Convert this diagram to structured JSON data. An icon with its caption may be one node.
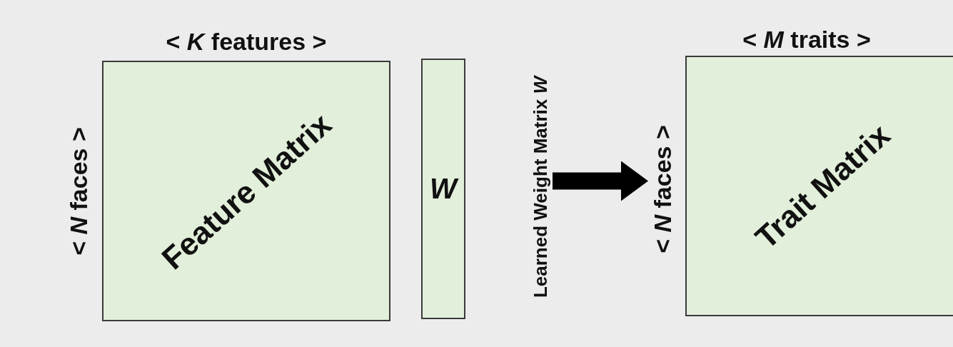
{
  "diagram": {
    "nodes": [
      {
        "text": [
          "Feature Matrix"
        ],
        "beside": [
          "< *K* features >",
          "< *N* faces >"
        ]
      },
      {
        "text": [
          "W"
        ],
        "beside": [
          "Learned Weight Matrix *W*"
        ]
      },
      {
        "text": [
          "Trait Matrix"
        ],
        "beside": [
          "< *M* traits >",
          "< *N* faces >"
        ]
      }
    ],
    "edges": [
      {
        "from": 1,
        "to": 2,
        "arrow": "to"
      }
    ]
  }
}
